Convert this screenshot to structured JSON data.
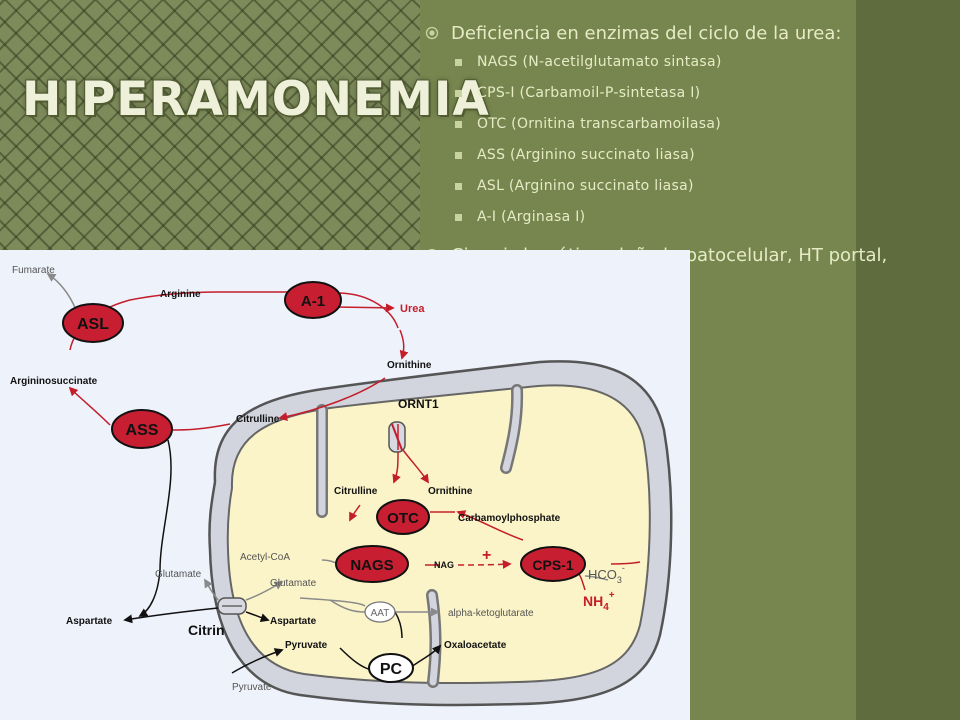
{
  "slide": {
    "title": "HIPERAMONEMIA",
    "bullets": [
      {
        "text": "Deficiencia en enzimas del ciclo de la urea:",
        "sub": [
          "NAGS (N-acetilglutamato sintasa)",
          "CPS-I (Carbamoil-P-sintetasa I)",
          "OTC (Ornitina transcarbamoilasa)",
          "ASS (Arginino succinato liasa)",
          " ASL (Arginino succinato liasa)",
          "A-I (Arginasa I)"
        ]
      },
      {
        "text": "Cirrosis hepática, daño hepatocelular, HT portal, desviación portosistémica"
      }
    ]
  },
  "diagram": {
    "enzymes": {
      "asl": "ASL",
      "a1": "A-1",
      "ass": "ASS",
      "otc": "OTC",
      "nags": "NAGS",
      "cps1": "CPS-1",
      "pc": "PC",
      "aat": "AAT"
    },
    "labels": {
      "fumarate": "Fumarate",
      "arginine": "Arginine",
      "urea": "Urea",
      "ornithine_out": "Ornithine",
      "argininosuccinate": "Argininosuccinate",
      "ornt1": "ORNT1",
      "citrulline_out": "Citrulline",
      "citrulline_in": "Citrulline",
      "ornithine_in": "Ornithine",
      "carbamoylphosphate": "Carbamoylphosphate",
      "acetylcoa": "Acetyl-CoA",
      "nag": "NAG",
      "plus": "+",
      "hco3": "HCO",
      "hco3_sub": "3",
      "hco3_sup": "-",
      "nh4": "NH",
      "nh4_sub": "4",
      "nh4_sup": "+",
      "glutamate_out": "Glutamate",
      "glutamate_in": "Glutamate",
      "aspartate_out": "Aspartate",
      "aspartate_in": "Aspartate",
      "citrin": "Citrin",
      "akg": "alpha-ketoglutarate",
      "pyruvate_in": "Pyruvate",
      "oxaloacetate": "Oxaloacetate",
      "pyruvate_out": "Pyruvate"
    },
    "colors": {
      "enzyme_fill": "#c81e32",
      "arrow_red": "#c41e2c",
      "mito_fill": "#fbf4c8",
      "panel_bg": "#eef2fb"
    }
  }
}
